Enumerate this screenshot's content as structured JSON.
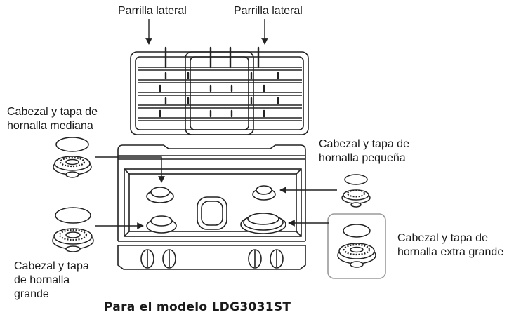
{
  "labels": {
    "side_grate_left": "Parrilla lateral",
    "side_grate_right": "Parrilla lateral",
    "medium_burner": [
      "Cabezal y tapa de",
      "hornalla mediana"
    ],
    "small_burner": [
      "Cabezal y tapa de",
      "hornalla pequeña"
    ],
    "large_burner": [
      "Cabezal y tapa",
      "de hornalla",
      "grande"
    ],
    "xlarge_burner": [
      "Cabezal y tapa de",
      "hornalla extra grande"
    ]
  },
  "caption": "Para el modelo LDG3031ST",
  "colors": {
    "stroke": "#222222",
    "highlight_box": "#9a9a9a",
    "background": "#ffffff"
  }
}
